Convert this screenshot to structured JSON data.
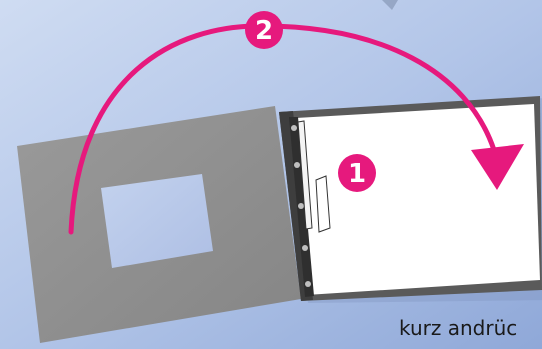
{
  "colors": {
    "background_top": "#c9d7f0",
    "background_bottom": "#98b0dc",
    "cover": "#8f8f8f",
    "frame": "#555555",
    "sheet": "#ffffff",
    "arrow": "#e6197d",
    "badge_text": "#ffffff"
  },
  "steps": {
    "step1_label": "1",
    "step2_label": "2"
  },
  "caption": {
    "text": "kurz andrüc"
  },
  "icons": {
    "rotate_arrow": "curved-arrow-icon",
    "step_badge": "numbered-circle-icon"
  }
}
